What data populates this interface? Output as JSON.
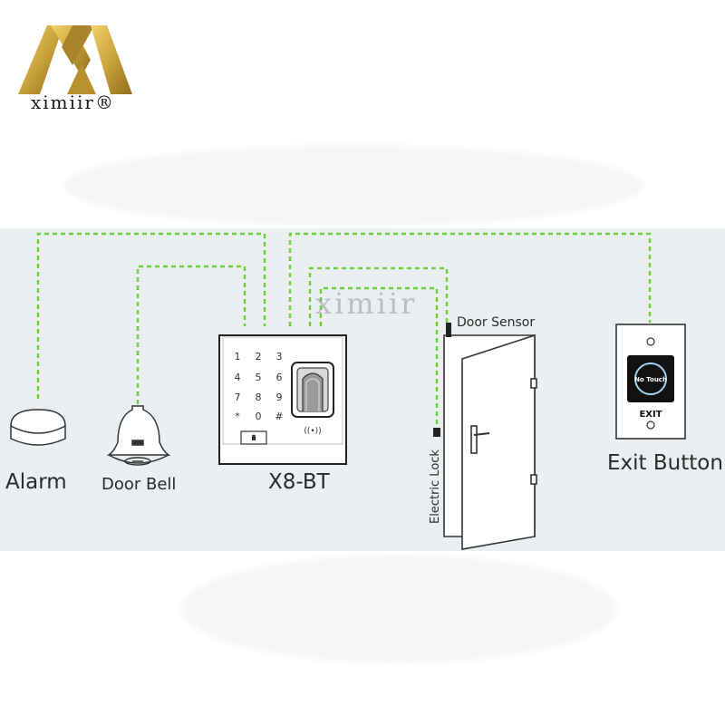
{
  "brand": {
    "name": "ximiir",
    "mark": "®",
    "color_gold": "#c9a23a"
  },
  "watermark": "ximiir",
  "wire_color": "#6fcf3a",
  "devices": {
    "alarm": "Alarm",
    "door_bell": "Door Bell",
    "reader": "X8-BT",
    "door_sensor": "Door Sensor",
    "electric_lock": "Electric Lock",
    "exit_button": "Exit Button"
  },
  "keypad": [
    "1",
    "2",
    "3",
    "4",
    "5",
    "6",
    "7",
    "8",
    "9",
    "*",
    "0",
    "#"
  ],
  "exit_plate": {
    "top_text": "No Touch",
    "bottom_text": "EXIT"
  }
}
